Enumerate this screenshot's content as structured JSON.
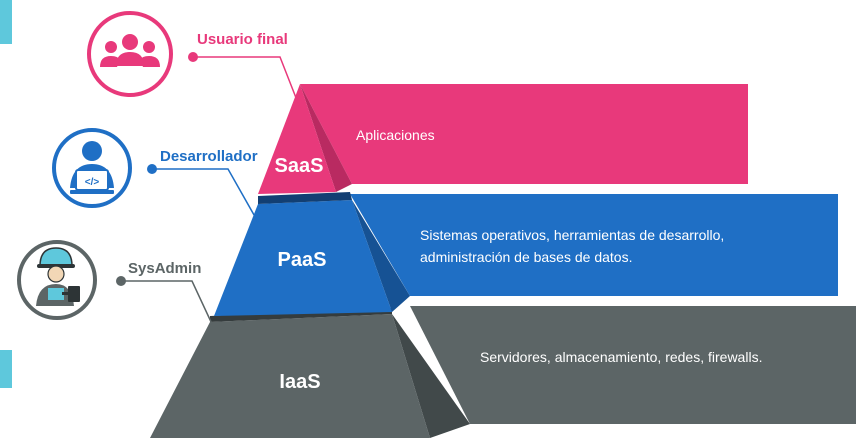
{
  "colors": {
    "saas": "#e8397b",
    "saas_dark": "#b92a61",
    "paas": "#1f6fc5",
    "paas_dark": "#165294",
    "iaas": "#5c6566",
    "iaas_dark": "#41494a",
    "accent_side": "#5ec8dc",
    "text_light": "#ffffff"
  },
  "layers": {
    "saas": {
      "label": "SaaS",
      "description": "Aplicaciones"
    },
    "paas": {
      "label": "PaaS",
      "description_line1": "Sistemas operativos, herramientas de desarrollo,",
      "description_line2": "administración de bases de datos."
    },
    "iaas": {
      "label": "IaaS",
      "description": "Servidores, almacenamiento, redes, firewalls."
    }
  },
  "roles": {
    "usuario_final": {
      "label": "Usuario final",
      "icon": "users-group-icon"
    },
    "desarrollador": {
      "label": "Desarrollador",
      "icon": "developer-laptop-icon"
    },
    "sysadmin": {
      "label": "SysAdmin",
      "icon": "sysadmin-hardhat-icon"
    }
  }
}
